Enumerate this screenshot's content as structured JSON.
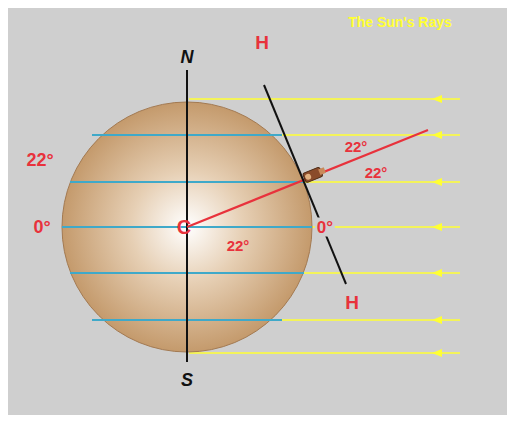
{
  "diagram": {
    "labels": [
      "H",
      "The Sun's Rays",
      "N",
      "22°",
      "22°",
      "22°",
      "0°",
      "22°",
      "0°",
      "C",
      "H",
      "S"
    ]
  }
}
